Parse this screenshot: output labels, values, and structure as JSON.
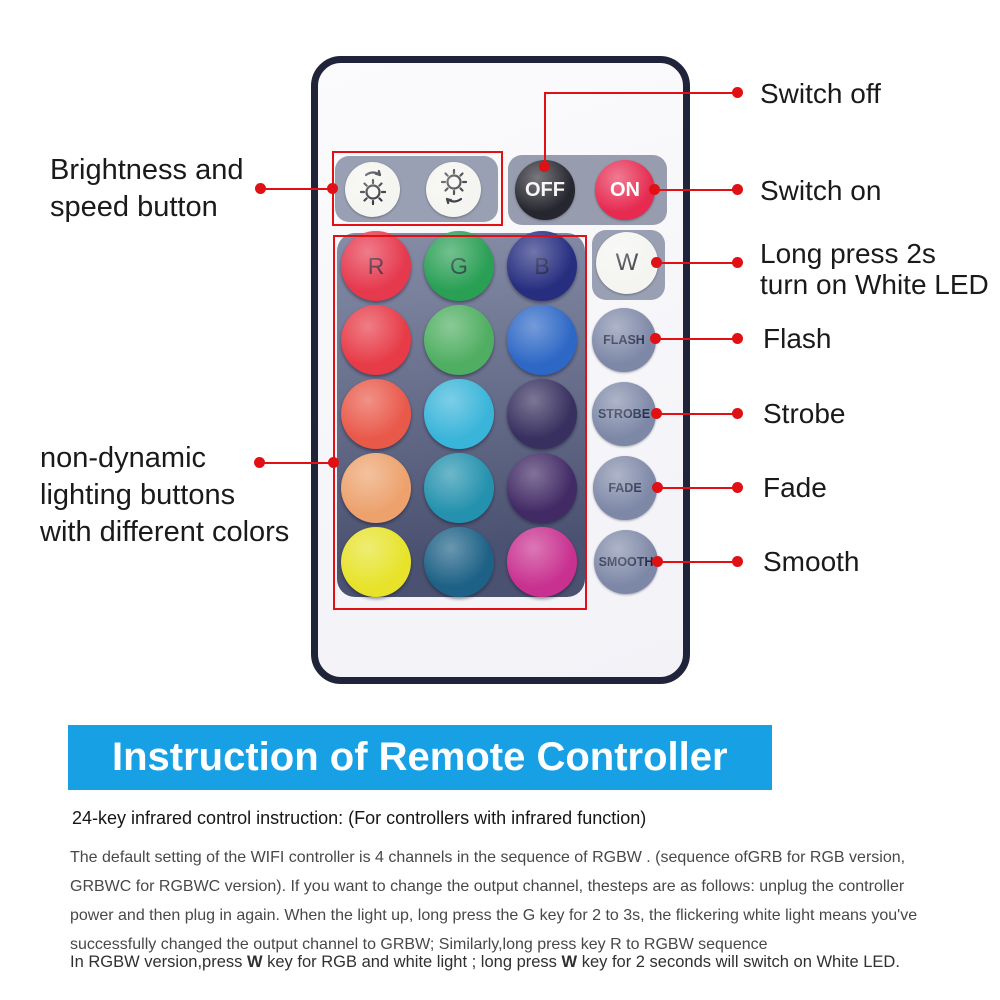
{
  "remote": {
    "power": {
      "off": "OFF",
      "on": "ON"
    },
    "white_key": "W",
    "modes": {
      "flash": "FLASH",
      "strobe": "STROBE",
      "fade": "FADE",
      "smooth": "SMOOTH"
    },
    "icons": {
      "brightness_up": "sun-up-arrow-icon",
      "brightness_down": "sun-down-arrow-icon"
    },
    "grid": [
      [
        {
          "label": "R",
          "color": "#e6394e"
        },
        {
          "label": "G",
          "color": "#2aa055"
        },
        {
          "label": "B",
          "color": "#272e80"
        }
      ],
      [
        {
          "label": "",
          "color": "#e73b47"
        },
        {
          "label": "",
          "color": "#4fae61"
        },
        {
          "label": "",
          "color": "#2d68c6"
        }
      ],
      [
        {
          "label": "",
          "color": "#e9594a"
        },
        {
          "label": "",
          "color": "#3ab5da"
        },
        {
          "label": "",
          "color": "#38305f"
        }
      ],
      [
        {
          "label": "",
          "color": "#eda26d"
        },
        {
          "label": "",
          "color": "#2492ae"
        },
        {
          "label": "",
          "color": "#422a65"
        }
      ],
      [
        {
          "label": "",
          "color": "#e7e32b"
        },
        {
          "label": "",
          "color": "#1d6186"
        },
        {
          "label": "",
          "color": "#c93190"
        }
      ]
    ]
  },
  "annotations": {
    "switch_off": "Switch off",
    "switch_on": "Switch on",
    "long_press_1": "Long press 2s",
    "long_press_2": "turn on White LED",
    "flash": "Flash",
    "strobe": "Strobe",
    "fade": "Fade",
    "smooth": "Smooth",
    "brightness_1": "Brightness and",
    "brightness_2": "speed button",
    "non_dynamic_1": "non-dynamic",
    "non_dynamic_2": "lighting buttons",
    "non_dynamic_3": "with different colors",
    "line_color": "#e01015"
  },
  "banner": {
    "title": "Instruction of Remote Controller",
    "bg": "#17a1e4"
  },
  "docs": {
    "heading": "24-key infrared control instruction: (For controllers with infrared function)",
    "paragraph": [
      "The default setting of the WIFI controller is 4 channels in the sequence of RGBW . (sequence ofGRB for RGB version,",
      "GRBWC for RGBWC version). If you want to change the output channel, thesteps are as follows: unplug the controller",
      "power and then plug in again. When the light up, long press the G key for 2 to 3s, the flickering white light means you've",
      "successfully changed the output channel to GRBW; Similarly,long press key R to RGBW sequence"
    ],
    "footer": {
      "p1": "In RGBW version,press ",
      "w1": "W",
      "p2": " key for RGB and white light ; long press ",
      "w2": "W",
      "p3": " key for 2 seconds will switch on White LED."
    }
  }
}
